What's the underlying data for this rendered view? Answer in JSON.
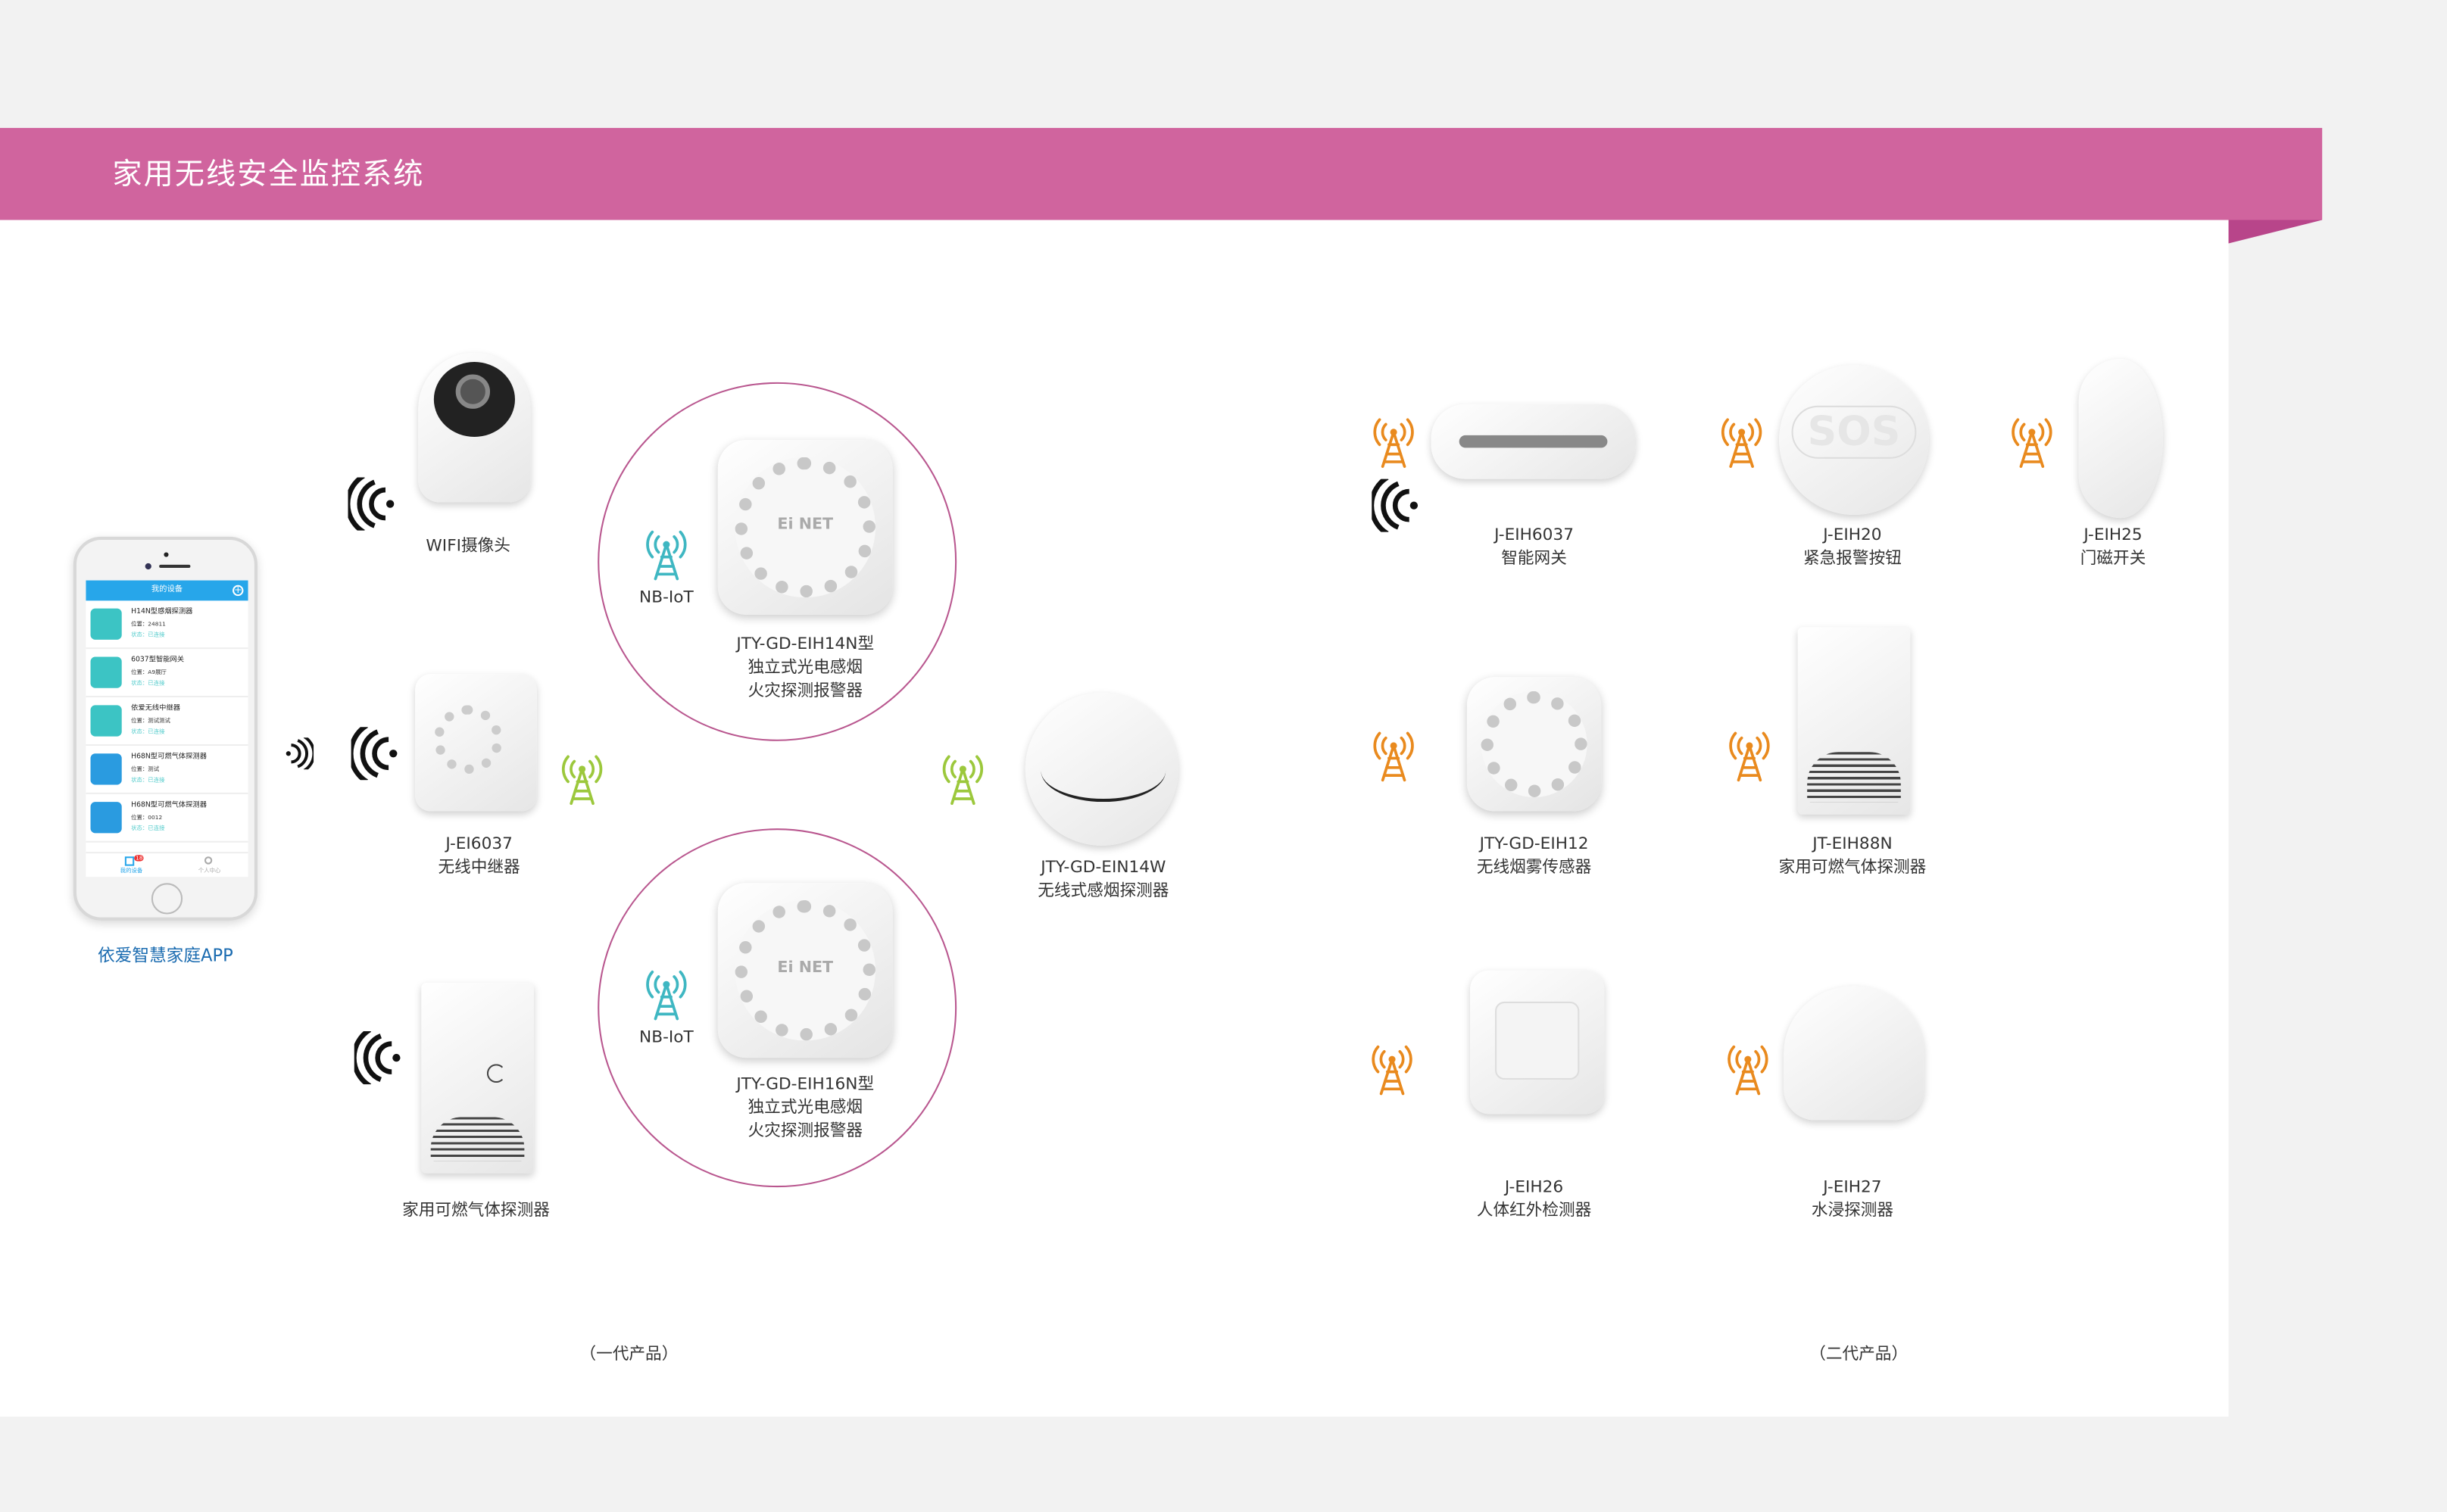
{
  "header": {
    "title": "家用无线安全监控系统"
  },
  "app": {
    "label": "依爱智慧家庭APP",
    "screen_title": "我的设备",
    "devices": [
      {
        "name": "H14N型感烟探测器",
        "location": "位置：24811",
        "status": "状态：已连接"
      },
      {
        "name": "6037型智能网关",
        "location": "位置：A9展厅",
        "status": "状态：已连接"
      },
      {
        "name": "依爱无线中继器",
        "location": "位置：测试测试",
        "status": "状态：已连接"
      },
      {
        "name": "H68N型可燃气体探测器",
        "location": "位置：测试",
        "status": "状态：已连接"
      },
      {
        "name": "H68N型可燃气体探测器",
        "location": "位置：0012",
        "status": "状态：已连接"
      }
    ],
    "tab_devices": "我的设备",
    "tab_profile": "个人中心",
    "badge": "18"
  },
  "gen1": {
    "label": "（一代产品）",
    "camera": "WIFI摄像头",
    "repeater": {
      "model": "J-EI6037",
      "name": "无线中继器"
    },
    "gas": "家用可燃气体探测器",
    "nb_label_1": "NB-IoT",
    "nb_label_2": "NB-IoT",
    "smoke1": {
      "model": "JTY-GD-EIH14N型",
      "line2": "独立式光电感烟",
      "line3": "火灾探测报警器"
    },
    "smoke2": {
      "model": "JTY-GD-EIH16N型",
      "line2": "独立式光电感烟",
      "line3": "火灾探测报警器"
    },
    "wireless_smoke": {
      "model": "JTY-GD-EIN14W",
      "name": "无线式感烟探测器"
    },
    "brand": "Ei NET"
  },
  "gen2": {
    "label": "（二代产品）",
    "items": [
      {
        "model": "J-EIH6037",
        "name": "智能网关"
      },
      {
        "model": "J-EIH20",
        "name": "紧急报警按钮"
      },
      {
        "model": "J-EIH25",
        "name": "门磁开关"
      },
      {
        "model": "JTY-GD-EIH12",
        "name": "无线烟雾传感器"
      },
      {
        "model": "JT-EIH88N",
        "name": "家用可燃气体探测器"
      },
      {
        "model": "J-EIH26",
        "name": "人体红外检测器"
      },
      {
        "model": "J-EIH27",
        "name": "水浸探测器"
      }
    ],
    "sos": "SOS"
  },
  "colors": {
    "banner": "#d0649e",
    "circle": "#b9578f",
    "app_label": "#1a6bb0",
    "orange_antenna": "#e98a1e",
    "green_antenna": "#9cc83c",
    "teal_antenna": "#3fb7c2"
  }
}
